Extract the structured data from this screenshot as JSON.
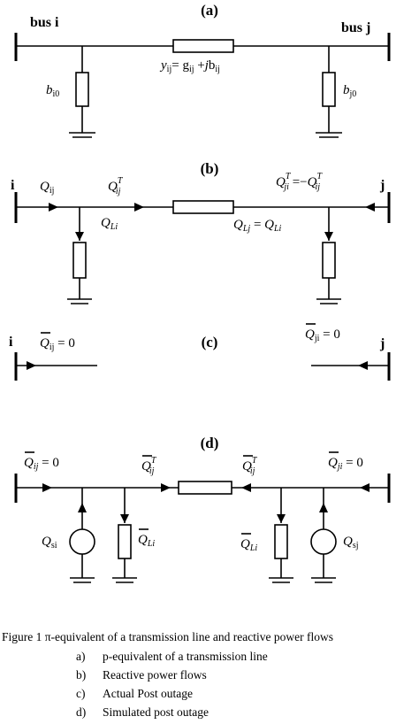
{
  "panels": {
    "a": {
      "label": "(a)",
      "bus_i": "bus i",
      "bus_j": "bus j",
      "admittance": "yij= gij +jbij",
      "shunt_i": "bi0",
      "shunt_j": "bj0"
    },
    "b": {
      "label": "(b)",
      "bus_i": "i",
      "bus_j": "j",
      "q_ij": "Qij",
      "q_ij_T": "QijT",
      "q_ji_T": "QjiT = −QijT",
      "q_Li": "QLi",
      "q_Lj": "QLj = QLi"
    },
    "c": {
      "label": "(c)",
      "bus_i": "i",
      "bus_j": "j",
      "q_ij": "Q̄ij = 0",
      "q_ji": "Q̄ji = 0"
    },
    "d": {
      "label": "(d)",
      "q_ij": "Q̄ij = 0",
      "q_ij_T": "Q̄ijT",
      "q_ij_T2": "Q̄ijT",
      "q_ji": "Q̄ji = 0",
      "q_si": "Qsi",
      "q_Li": "Q̄Li",
      "q_Li2": "Q̄Li",
      "q_sj": "Qsj"
    }
  },
  "caption": {
    "title": "Figure 1  π-equivalent of a transmission line and reactive power flows",
    "items": [
      {
        "letter": "a)",
        "text": "p-equivalent of a transmission line"
      },
      {
        "letter": "b)",
        "text": "Reactive power flows"
      },
      {
        "letter": "c)",
        "text": "Actual Post outage"
      },
      {
        "letter": "d)",
        "text": "Simulated post outage"
      }
    ]
  }
}
